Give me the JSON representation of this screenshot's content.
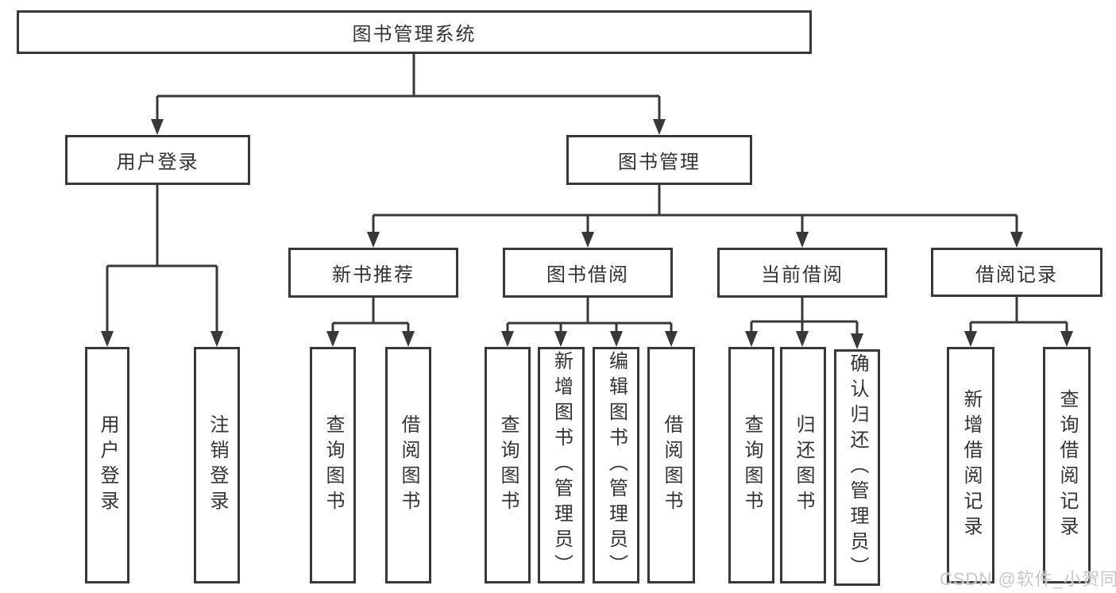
{
  "diagram": {
    "root": {
      "label": "图书管理系统"
    },
    "level2": [
      {
        "label": "用户登录"
      },
      {
        "label": "图书管理"
      }
    ],
    "level3": [
      {
        "label": "新书推荐"
      },
      {
        "label": "图书借阅"
      },
      {
        "label": "当前借阅"
      },
      {
        "label": "借阅记录"
      }
    ],
    "leaves": [
      {
        "label": "用户登录"
      },
      {
        "label": "注销登录"
      },
      {
        "label": "查询图书"
      },
      {
        "label": "借阅图书"
      },
      {
        "label": "查询图书"
      },
      {
        "label": "新增图书（管理员）"
      },
      {
        "label": "编辑图书（管理员）"
      },
      {
        "label": "借阅图书"
      },
      {
        "label": "查询图书"
      },
      {
        "label": "归还图书"
      },
      {
        "label": "确认归还（管理员）"
      },
      {
        "label": "新增借阅记录"
      },
      {
        "label": "查询借阅记录"
      }
    ]
  },
  "colors": {
    "line": "#383838",
    "text": "#333333",
    "watermark": "#c8c8c8"
  },
  "watermark": {
    "text": "CSDN @软件_小贺同学"
  }
}
